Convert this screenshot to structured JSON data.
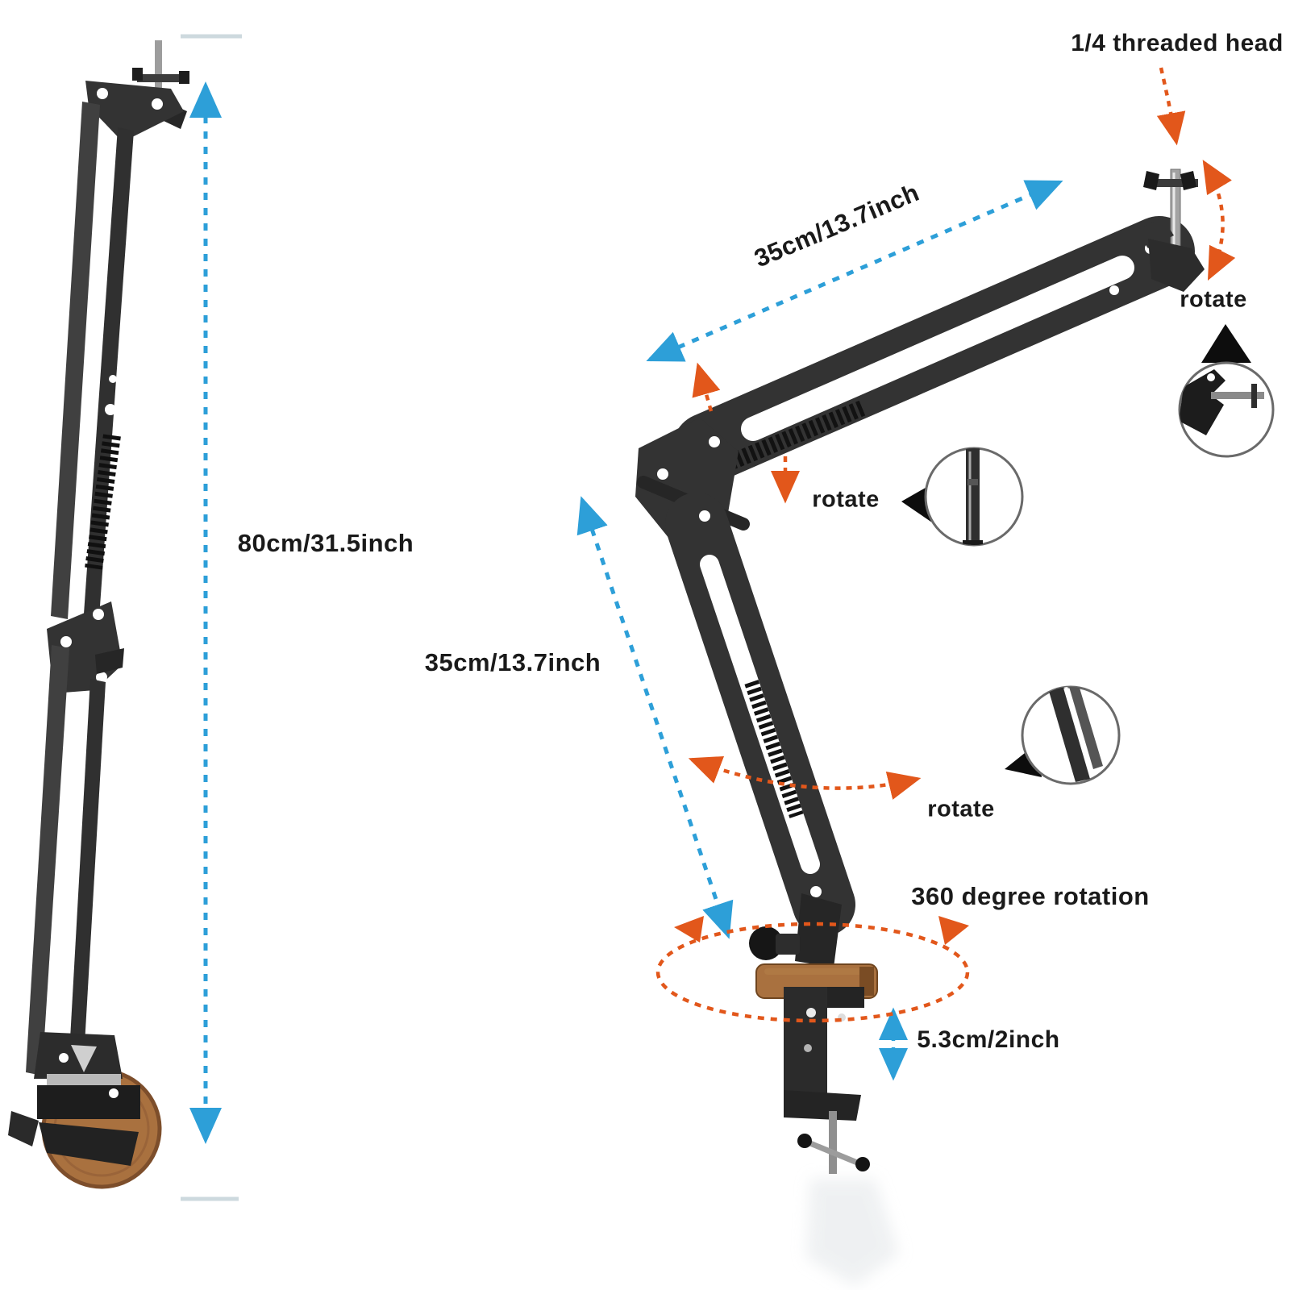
{
  "labels": {
    "threaded_head": "1/4 threaded head",
    "upper_arm_length": "35cm/13.7inch",
    "lower_arm_length": "35cm/13.7inch",
    "total_height": "80cm/31.5inch",
    "rotate_head": "rotate",
    "rotate_elbow": "rotate",
    "rotate_arm": "rotate",
    "rotation_360": "360 degree rotation",
    "clamp_range": "5.3cm/2inch"
  },
  "colors": {
    "measure_blue": "#2d9fd8",
    "rotate_orange": "#e2571b",
    "text_ink": "#1a1a1a",
    "metal_dark": "#333333",
    "wood_brown": "#a9713f",
    "background": "#ffffff"
  }
}
